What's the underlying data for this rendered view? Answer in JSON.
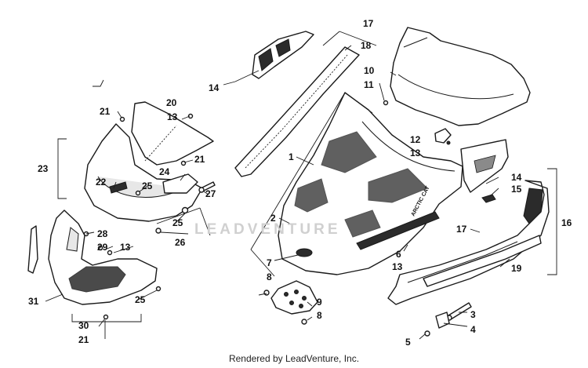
{
  "watermark": "LEADVENTURE",
  "hood_logo": "ARCTIC CAT",
  "footer": "Rendered by LeadVenture, Inc.",
  "callouts": [
    {
      "id": "c1",
      "label": "1"
    },
    {
      "id": "c2",
      "label": "2"
    },
    {
      "id": "c3",
      "label": "3"
    },
    {
      "id": "c4",
      "label": "4"
    },
    {
      "id": "c5",
      "label": "5"
    },
    {
      "id": "c6",
      "label": "6"
    },
    {
      "id": "c7",
      "label": "7"
    },
    {
      "id": "c8a",
      "label": "8"
    },
    {
      "id": "c8b",
      "label": "8"
    },
    {
      "id": "c9",
      "label": "9"
    },
    {
      "id": "c10",
      "label": "10"
    },
    {
      "id": "c11",
      "label": "11"
    },
    {
      "id": "c12",
      "label": "12"
    },
    {
      "id": "c13a",
      "label": "13"
    },
    {
      "id": "c13b",
      "label": "13"
    },
    {
      "id": "c13c",
      "label": "13"
    },
    {
      "id": "c13d",
      "label": "13"
    },
    {
      "id": "c14a",
      "label": "14"
    },
    {
      "id": "c14b",
      "label": "14"
    },
    {
      "id": "c15",
      "label": "15"
    },
    {
      "id": "c16",
      "label": "16"
    },
    {
      "id": "c17a",
      "label": "17"
    },
    {
      "id": "c17b",
      "label": "17"
    },
    {
      "id": "c18",
      "label": "18"
    },
    {
      "id": "c19",
      "label": "19"
    },
    {
      "id": "c20",
      "label": "20"
    },
    {
      "id": "c21a",
      "label": "21"
    },
    {
      "id": "c21b",
      "label": "21"
    },
    {
      "id": "c21c",
      "label": "21"
    },
    {
      "id": "c22",
      "label": "22"
    },
    {
      "id": "c23",
      "label": "23"
    },
    {
      "id": "c24",
      "label": "24"
    },
    {
      "id": "c25a",
      "label": "25"
    },
    {
      "id": "c25b",
      "label": "25"
    },
    {
      "id": "c25c",
      "label": "25"
    },
    {
      "id": "c26",
      "label": "26"
    },
    {
      "id": "c27",
      "label": "27"
    },
    {
      "id": "c28",
      "label": "28"
    },
    {
      "id": "c29",
      "label": "29"
    },
    {
      "id": "c30",
      "label": "30"
    },
    {
      "id": "c31",
      "label": "31"
    }
  ]
}
